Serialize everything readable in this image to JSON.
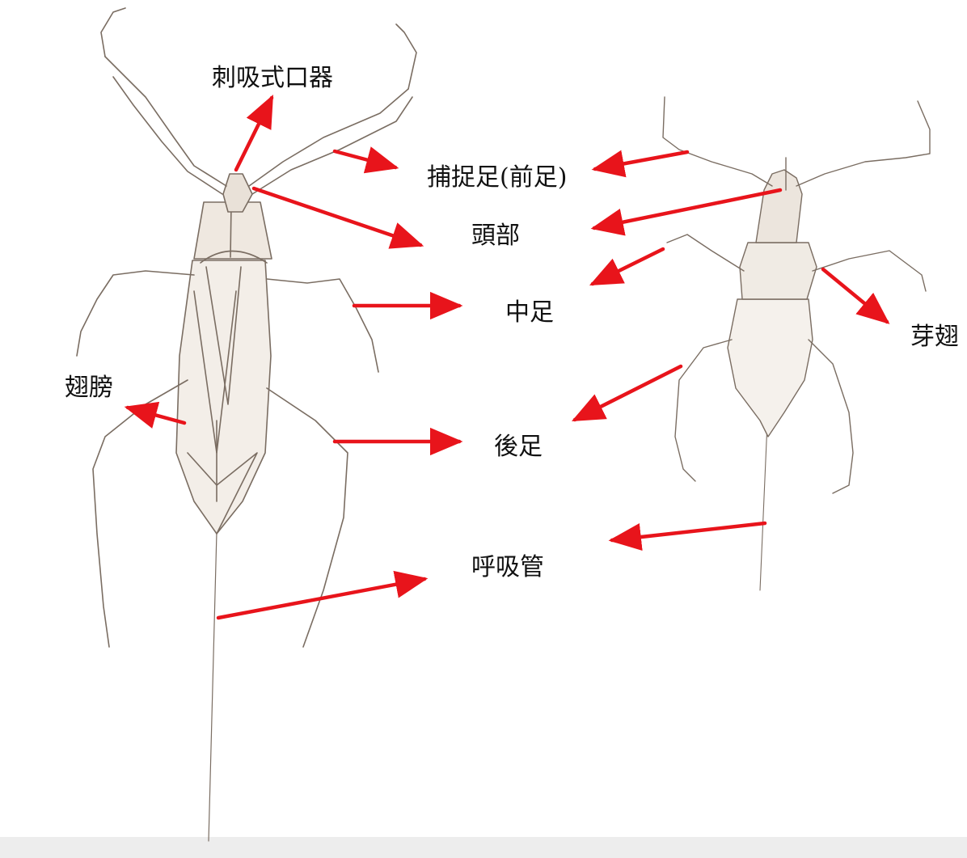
{
  "labels": {
    "mouthparts": "刺吸式口器",
    "foreleg": "捕捉足(前足)",
    "head": "頭部",
    "midleg": "中足",
    "wing_bud": "芽翅",
    "wings": "翅膀",
    "hindleg": "後足",
    "siphon": "呼吸管"
  },
  "colors": {
    "arrow": "#e8141b",
    "sketch": "#7a6d62",
    "text": "#111111"
  }
}
